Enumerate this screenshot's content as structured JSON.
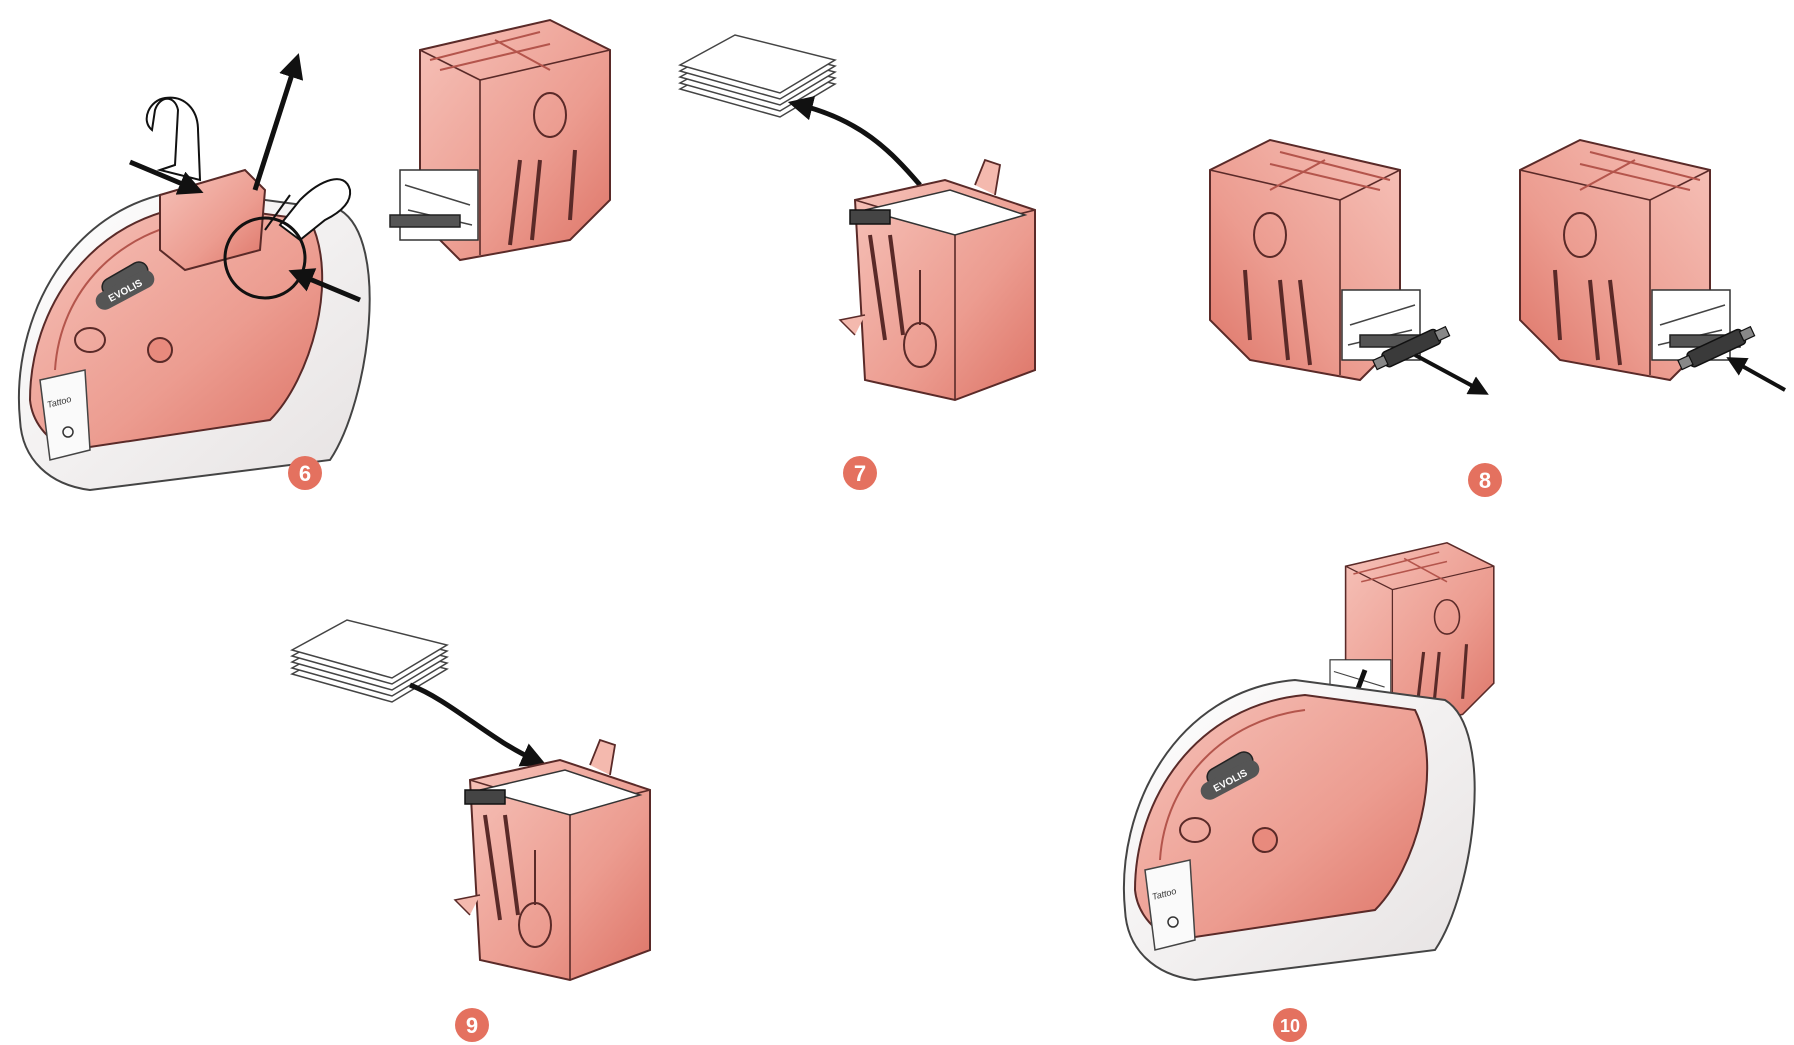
{
  "colors": {
    "hopper_fill": "#efa195",
    "hopper_fill_dark": "#d9685e",
    "hopper_stroke": "#5a2a28",
    "badge": "#e4715f",
    "printer_body": "#f4f2f2",
    "cards": "#ffffff"
  },
  "brand": {
    "logo_text": "EVOLIS",
    "model_text": "Tattoo"
  },
  "steps": [
    {
      "number": "6",
      "icons": [
        "hand-press-icon",
        "arrow-up-icon",
        "printer-icon",
        "hopper-icon"
      ]
    },
    {
      "number": "7",
      "icons": [
        "card-stack-icon",
        "curved-arrow-icon",
        "hopper-open-icon"
      ]
    },
    {
      "number": "8",
      "icons": [
        "hopper-icon",
        "roller-icon",
        "arrow-out-icon",
        "arrow-in-icon"
      ]
    },
    {
      "number": "9",
      "icons": [
        "card-stack-icon",
        "curved-arrow-icon",
        "hopper-open-icon"
      ]
    },
    {
      "number": "10",
      "icons": [
        "hopper-icon",
        "arrow-down-icon",
        "printer-icon"
      ]
    }
  ]
}
